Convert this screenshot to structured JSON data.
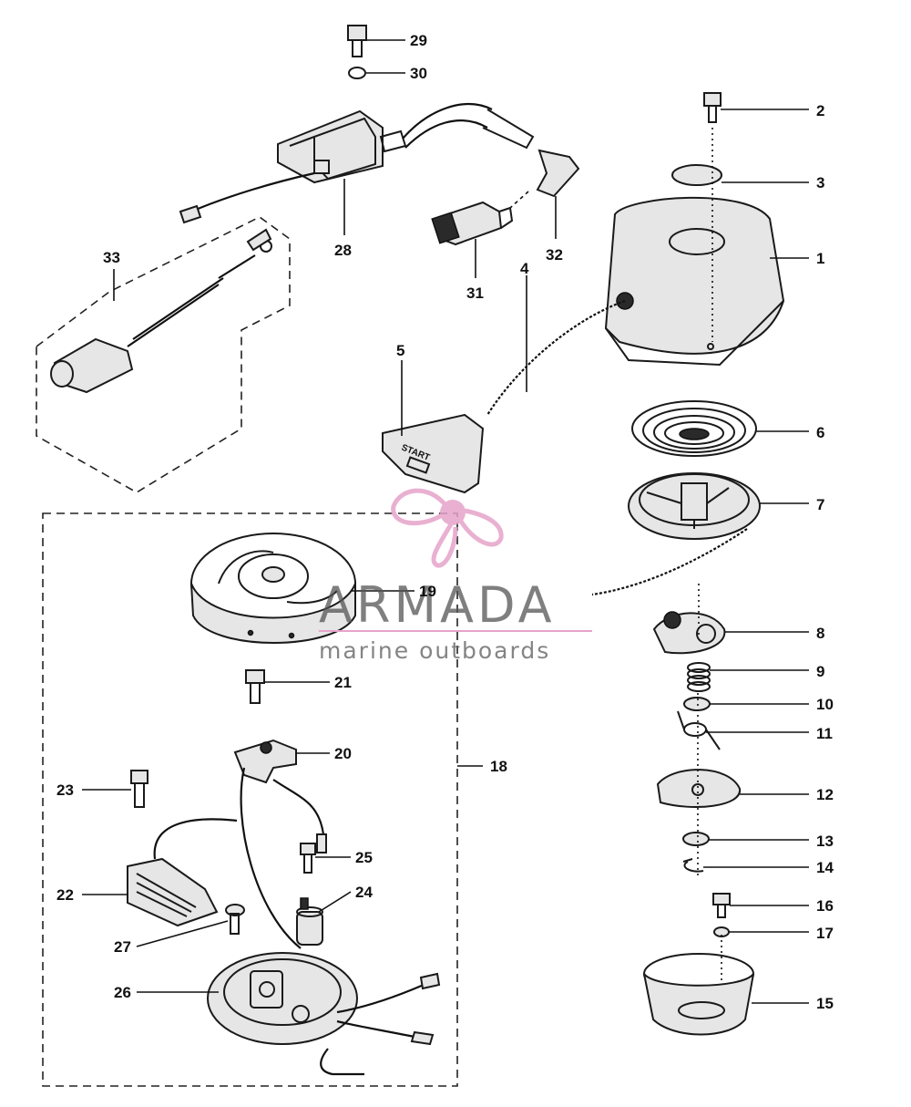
{
  "watermark": {
    "brand": "ARMADA",
    "tagline": "marine outboards",
    "logo_color": "#e6a3c9",
    "text_color": "#555555"
  },
  "parts": [
    {
      "id": "1",
      "label": "1"
    },
    {
      "id": "2",
      "label": "2"
    },
    {
      "id": "3",
      "label": "3"
    },
    {
      "id": "4",
      "label": "4"
    },
    {
      "id": "5",
      "label": "5"
    },
    {
      "id": "6",
      "label": "6"
    },
    {
      "id": "7",
      "label": "7"
    },
    {
      "id": "8",
      "label": "8"
    },
    {
      "id": "9",
      "label": "9"
    },
    {
      "id": "10",
      "label": "10"
    },
    {
      "id": "11",
      "label": "11"
    },
    {
      "id": "12",
      "label": "12"
    },
    {
      "id": "13",
      "label": "13"
    },
    {
      "id": "14",
      "label": "14"
    },
    {
      "id": "15",
      "label": "15"
    },
    {
      "id": "16",
      "label": "16"
    },
    {
      "id": "17",
      "label": "17"
    },
    {
      "id": "18",
      "label": "18"
    },
    {
      "id": "19",
      "label": "19"
    },
    {
      "id": "20",
      "label": "20"
    },
    {
      "id": "21",
      "label": "21"
    },
    {
      "id": "22",
      "label": "22"
    },
    {
      "id": "23",
      "label": "23"
    },
    {
      "id": "24",
      "label": "24"
    },
    {
      "id": "25",
      "label": "25"
    },
    {
      "id": "26",
      "label": "26"
    },
    {
      "id": "27",
      "label": "27"
    },
    {
      "id": "28",
      "label": "28"
    },
    {
      "id": "29",
      "label": "29"
    },
    {
      "id": "30",
      "label": "30"
    },
    {
      "id": "31",
      "label": "31"
    },
    {
      "id": "32",
      "label": "32"
    },
    {
      "id": "33",
      "label": "33"
    }
  ],
  "handle_text": "START"
}
